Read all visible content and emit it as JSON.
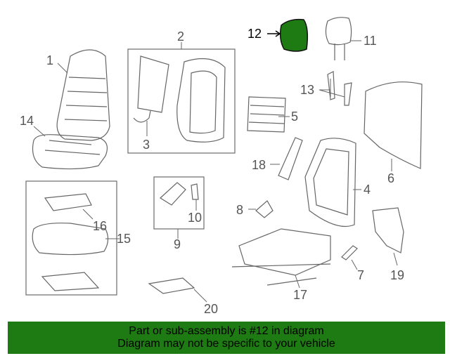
{
  "diagram": {
    "highlight_color": "#1e7a12",
    "callouts": [
      {
        "id": "1",
        "label": "1"
      },
      {
        "id": "2",
        "label": "2"
      },
      {
        "id": "3",
        "label": "3"
      },
      {
        "id": "4",
        "label": "4"
      },
      {
        "id": "5",
        "label": "5"
      },
      {
        "id": "6",
        "label": "6"
      },
      {
        "id": "7",
        "label": "7"
      },
      {
        "id": "8",
        "label": "8"
      },
      {
        "id": "9",
        "label": "9"
      },
      {
        "id": "10",
        "label": "10"
      },
      {
        "id": "11",
        "label": "11"
      },
      {
        "id": "12",
        "label": "12"
      },
      {
        "id": "13",
        "label": "13"
      },
      {
        "id": "14",
        "label": "14"
      },
      {
        "id": "15",
        "label": "15"
      },
      {
        "id": "16",
        "label": "16"
      },
      {
        "id": "17",
        "label": "17"
      },
      {
        "id": "18",
        "label": "18"
      },
      {
        "id": "19",
        "label": "19"
      },
      {
        "id": "20",
        "label": "20"
      }
    ]
  },
  "banner": {
    "line1": "Part or sub-assembly is #12 in diagram",
    "line2": "Diagram may not be specific to your vehicle"
  }
}
